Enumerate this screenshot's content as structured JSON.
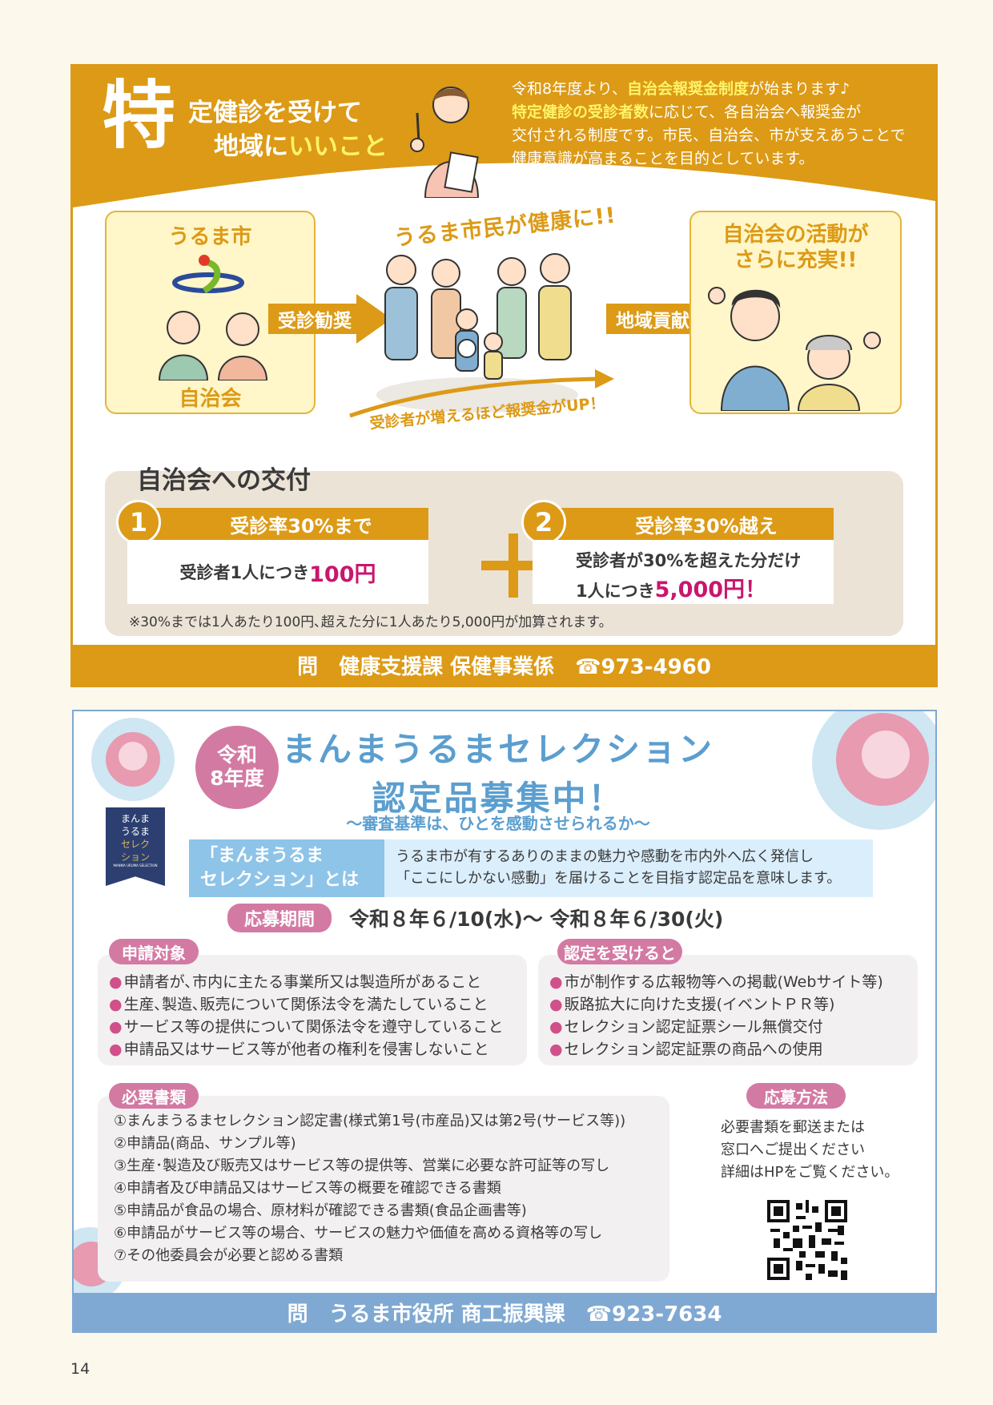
{
  "section1": {
    "title_char": "特",
    "title_line1": "定健診を受けて",
    "title_line2_a": "地域に",
    "title_line2_b": "いいこと",
    "intro": {
      "l1a": "令和8年度より、",
      "l1b": "自治会報奨金制度",
      "l1c": "が始まります♪",
      "l2a": "特定健診の受診者数",
      "l2b": "に応じて、各自治会へ報奨金が",
      "l3": "交付される制度です。市民、自治会、市が支えあうことで",
      "l4": "健康意識が高まることを目的としています。"
    },
    "flow": {
      "city": "うるま市",
      "association": "自治会",
      "arrow1": "受診勧奨",
      "people_title": "うるま市民が健康に!!",
      "arrow2": "地域貢献",
      "activity_l1": "自治会の活動が",
      "activity_l2": "さらに充実!!",
      "up_text": "受診者が増えるほど報奨金がUP！"
    },
    "grant": {
      "title": "自治会への交付",
      "item1_num": "1",
      "item1_label": "受診率30%まで",
      "item1_text": "受診者1人につき",
      "item1_amount": "100円",
      "plus": "+",
      "item2_num": "2",
      "item2_label": "受診率30%越え",
      "item2_text1": "受診者が30%を超えた分だけ",
      "item2_text2": "1人につき",
      "item2_amount": "5,000円！",
      "note": "※30%までは1人あたり100円､超えた分に1人あたり5,000円が加算されます。"
    },
    "contact": "問　健康支援課 保健事業係　☎973-4960"
  },
  "section2": {
    "badge_l1": "令和",
    "badge_l2": "8年度",
    "title_l1": "まんまうるまセレクション",
    "title_l2": "認定品募集中！",
    "subtitle": "〜審査基準は、ひとを感動させられるか〜",
    "ribbon": [
      "まんま",
      "うるま",
      "セレク",
      "ション"
    ],
    "ribbon_small": "MANMA URUMA SELECTION",
    "def_label_l1": "「まんまうるま",
    "def_label_l2": "セレクション」とは",
    "def_text_l1": "うるま市が有するありのままの魅力や感動を市内外へ広く発信し",
    "def_text_l2": "「ここにしかない感動」を届けることを目指す認定品を意味します。",
    "period_label": "応募期間",
    "period": "令和８年６/10(水)〜 令和８年６/30(火)",
    "target_label": "申請対象",
    "target_items": [
      "申請者が､市内に主たる事業所又は製造所があること",
      "生産､製造､販売について関係法令を満たしていること",
      "サービス等の提供について関係法令を遵守していること",
      "申請品又はサービス等が他者の権利を侵害しないこと"
    ],
    "benefit_label": "認定を受けると",
    "benefit_items": [
      "市が制作する広報物等への掲載(Webサイト等)",
      "販路拡大に向けた支援(イベントＰＲ等)",
      "セレクション認定証票シール無償交付",
      "セレクション認定証票の商品への使用"
    ],
    "docs_label": "必要書類",
    "docs_items": [
      "①まんまうるまセレクション認定書(様式第1号(市産品)又は第2号(サービス等))",
      "②申請品(商品、サンプル等)",
      "③生産･製造及び販売又はサービス等の提供等、営業に必要な許可証等の写し",
      "④申請者及び申請品又はサービス等の概要を確認できる書類",
      "⑤申請品が食品の場合、原材料が確認できる書類(食品企画書等)",
      "⑥申請品がサービス等の場合、サービスの魅力や価値を高める資格等の写し",
      "⑦その他委員会が必要と認める書類"
    ],
    "howto_label": "応募方法",
    "howto_l1": "必要書類を郵送または",
    "howto_l2": "窓口へご提出ください",
    "howto_l3": "詳細はHPをご覧ください。",
    "contact": "問　うるま市役所 商工振興課　☎923-7634"
  },
  "page_number": "14",
  "colors": {
    "orange": "#dc9a16",
    "pink": "#d37aa3",
    "blue": "#7fa9d2",
    "amount": "#c9166e"
  }
}
